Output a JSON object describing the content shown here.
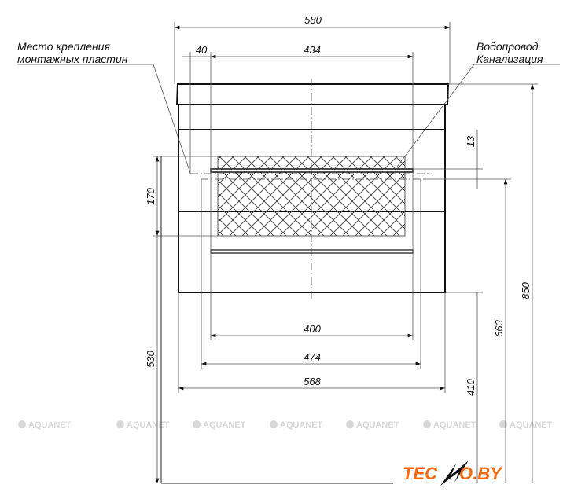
{
  "labels": {
    "mounting_line1": "Место крепления",
    "mounting_line2": "монтажных пластин",
    "water_line1": "Водопровод",
    "water_line2": "Канализация"
  },
  "dimensions": {
    "overall_width": "580",
    "offset_left": "40",
    "plate_span": "434",
    "hatch_height": "170",
    "height_to_hatch": "530",
    "gap_13": "13",
    "height_to_plate": "663",
    "overall_height": "850",
    "pipe_height": "410",
    "width_400": "400",
    "width_474": "474",
    "width_568": "568"
  },
  "watermark": "AQUANET",
  "logo": {
    "left": "TEC",
    "right": "O.BY",
    "accent": "#f26a0f"
  }
}
